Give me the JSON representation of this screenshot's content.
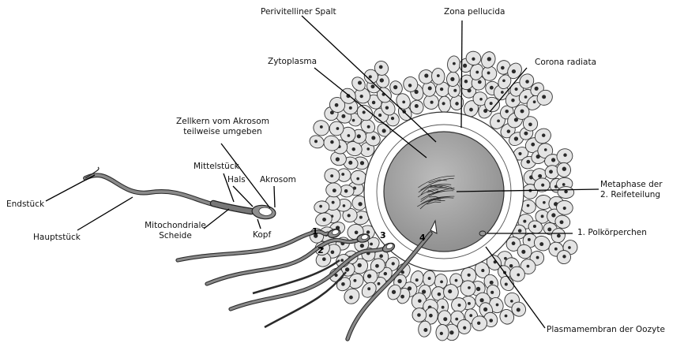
{
  "labels": {
    "perivitelliner_spalt": "Perivitelliner Spalt",
    "zona_pellucida": "Zona pellucida",
    "corona_radiata": "Corona radiata",
    "zytoplasma": "Zytoplasma",
    "zellkern_line1": "Zellkern vom Akrosom",
    "zellkern_line2": "teilweise umgeben",
    "mittelstueck": "Mittelstück",
    "hals": "Hals",
    "akrosom": "Akrosom",
    "endstueck": "Endstück",
    "hauptstueck": "Hauptstück",
    "mitochondriale_line1": "Mitochondriale",
    "mitochondriale_line2": "Scheide",
    "kopf": "Kopf",
    "metaphase_line1": "Metaphase der",
    "metaphase_line2": "2. Reifeteilung",
    "polkoerperchen": "1. Polkörperchen",
    "plasmamembran": "Plasmamembran der Oozyte"
  },
  "sperm_numbers": [
    "1",
    "2",
    "3",
    "4"
  ],
  "colors": {
    "cell_fill": "#e4e4e4",
    "cell_stroke": "#333333",
    "nucleus": "#2a2a2a",
    "zona": "#ffffff",
    "cytoplasm": "#9c9c9c",
    "sperm_fill": "#8a8a8a",
    "sperm_stroke": "#2b2b2b",
    "leader": "#000000"
  }
}
